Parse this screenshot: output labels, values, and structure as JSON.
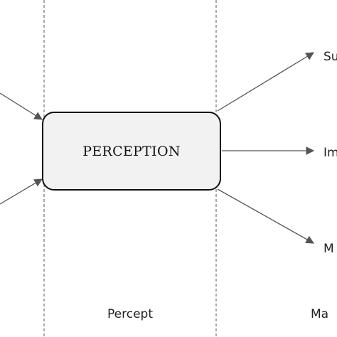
{
  "diagram": {
    "box_label": "PERCEPTION",
    "columns": {
      "middle": "Percept",
      "right": "Ma"
    },
    "outputs": {
      "top": "Su",
      "middle": "Im",
      "bottom": "M"
    }
  },
  "colors": {
    "box_fill": "#f2f2f2",
    "stroke": "#111111",
    "arrow": "#555555",
    "divider": "#555555"
  }
}
